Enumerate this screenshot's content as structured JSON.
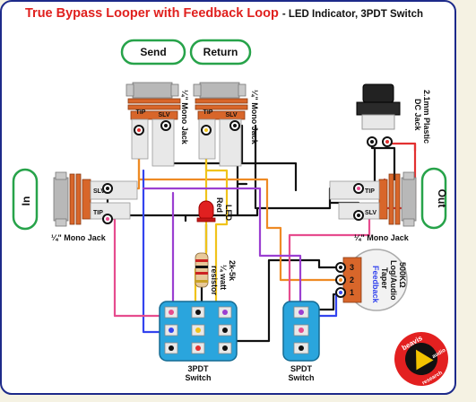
{
  "title": {
    "main": "True Bypass Looper with Feedback Loop",
    "sub": "- LED Indicator, 3PDT Switch"
  },
  "jacks": {
    "send": {
      "pill": "Send",
      "label": "¼\" Mono Jack",
      "tip": "TIP",
      "slv": "SLV"
    },
    "return": {
      "pill": "Return",
      "label": "¼\" Mono Jack",
      "tip": "TIP",
      "slv": "SLV"
    },
    "input": {
      "pill": "In",
      "label": "¼\" Mono Jack",
      "tip": "TIP",
      "slv": "SLV"
    },
    "output": {
      "pill": "Out",
      "label": "¼\" Mono Jack",
      "tip": "TIP",
      "slv": "SLV"
    }
  },
  "dc_jack": {
    "label_line1": "2.1mm Plastic",
    "label_line2": "DC Jack"
  },
  "led": {
    "label_line1": "Red",
    "label_line2": "LED"
  },
  "resistor": {
    "label_line1": "2k-5k",
    "label_line2": "¼ watt",
    "label_line3": "resistor"
  },
  "pot": {
    "value": "500KΩ",
    "taper1": "Log/Audio",
    "taper2": "Taper",
    "role": "Feedback",
    "pins": [
      "3",
      "2",
      "1"
    ]
  },
  "switch_3pdt": {
    "label_line1": "3PDT",
    "label_line2": "Switch"
  },
  "switch_spdt": {
    "label_line1": "SPDT",
    "label_line2": "Switch"
  },
  "logo": {
    "line1": "beavis",
    "line2": "audio",
    "line3": "research"
  },
  "colors": {
    "frame": "#1d2a8a",
    "background": "#f5f2e3",
    "switch_blue": "#2aa5dd",
    "jack_orange": "#d8662a",
    "title_red": "#e0201e"
  }
}
